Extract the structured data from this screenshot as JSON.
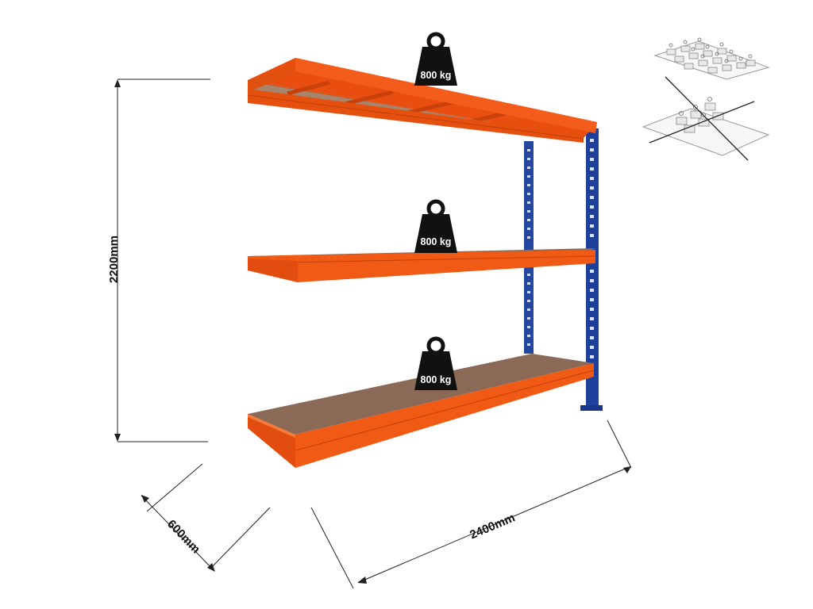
{
  "dimensions": {
    "height": "2200mm",
    "width": "2400mm",
    "depth": "600mm"
  },
  "shelves": [
    {
      "load": "800 kg"
    },
    {
      "load": "800 kg"
    },
    {
      "load": "800 kg"
    }
  ],
  "colors": {
    "beam_orange": "#f05a14",
    "beam_orange_dark": "#c8400a",
    "upright_blue": "#1e3f9a",
    "board": "#8a6a57",
    "weight_icon": "#111111"
  },
  "icons": [
    "weight-icon",
    "correct-load-icon",
    "incorrect-load-icon"
  ]
}
